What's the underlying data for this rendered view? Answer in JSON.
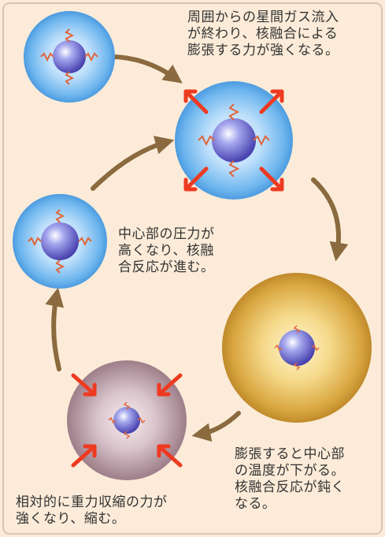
{
  "captions": {
    "gas_inflow_end": "周囲からの星間ガス流入\nが終わり、核融合による\n膨張する力が強くなる。",
    "core_pressure_rise": "中心部の圧力が\n高くなり、核融\n合反応が進む。",
    "expansion_cools_core": "膨張すると中心部\nの温度が下がる。\n核融合反応が鈍く\nなる。",
    "gravity_contraction": "相対的に重力収縮の力が\n強くなり、縮む。"
  },
  "colors": {
    "background": "#fbebd8",
    "border": "#d9c7ad",
    "cycle_arrow": "#8a6a3e",
    "force_arrow": "#ee3a21",
    "fusion_squiggle": "#e0653a",
    "blue_star": "#5aa7e3",
    "yellow_star": "#d9a640",
    "mauve_star": "#a88994",
    "core": "#5955c2"
  }
}
